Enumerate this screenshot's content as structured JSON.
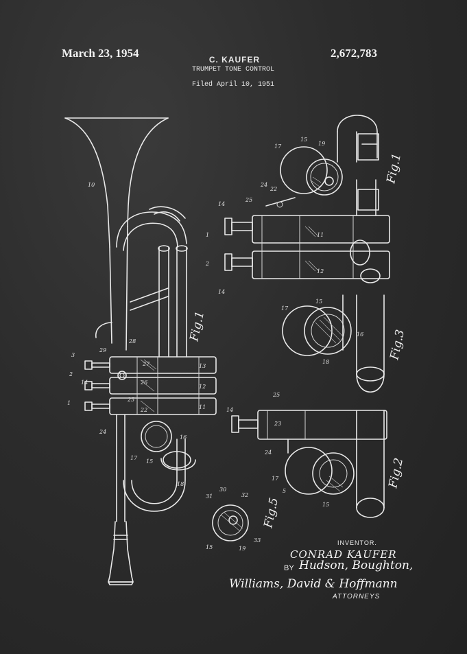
{
  "header": {
    "date": "March 23, 1954",
    "inventor": "C. KAUFER",
    "patent_number": "2,672,783",
    "title": "TRUMPET TONE CONTROL",
    "filed": "Filed April 10, 1951"
  },
  "figures": {
    "fig1_main": "Fig.1",
    "fig1_right": "Fig.1",
    "fig2": "Fig.2",
    "fig3": "Fig.3",
    "fig5": "Fig.5"
  },
  "signature": {
    "inventor_label": "INVENTOR.",
    "inventor_name": "CONRAD KAUFER",
    "by_label": "BY",
    "attorney_sig_1": "Hudson, Boughton,",
    "attorney_sig_2": "Williams, David & Hoffmann",
    "attorneys_label": "ATTORNEYS"
  },
  "reference_numerals": {
    "bell": "10",
    "valve_numbers": [
      "1",
      "2",
      "3"
    ],
    "main_refs": [
      "29",
      "27",
      "28",
      "11",
      "12",
      "13",
      "14",
      "26",
      "24",
      "22",
      "23",
      "25",
      "16",
      "15",
      "17",
      "18"
    ],
    "fig5_refs": [
      "31",
      "30",
      "32",
      "33",
      "19",
      "15"
    ]
  },
  "colors": {
    "background": "#2c2c2c",
    "ink": "#e9e9e9"
  }
}
